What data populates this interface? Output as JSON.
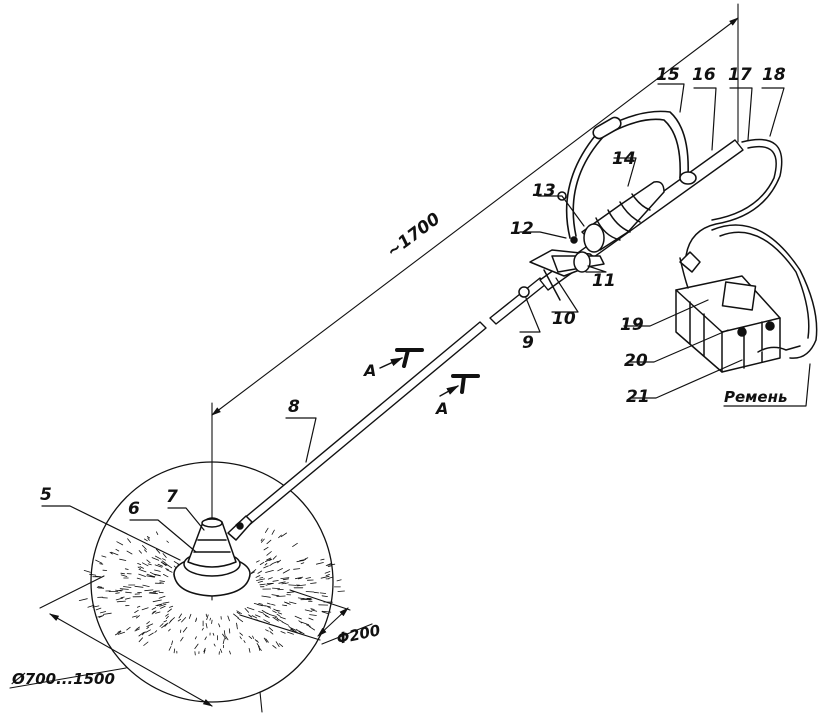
{
  "diagram": {
    "callouts": [
      {
        "id": "5",
        "text": "5"
      },
      {
        "id": "6",
        "text": "6"
      },
      {
        "id": "7",
        "text": "7"
      },
      {
        "id": "8",
        "text": "8"
      },
      {
        "id": "9",
        "text": "9"
      },
      {
        "id": "10",
        "text": "10"
      },
      {
        "id": "11",
        "text": "11"
      },
      {
        "id": "12",
        "text": "12"
      },
      {
        "id": "13",
        "text": "13"
      },
      {
        "id": "14",
        "text": "14"
      },
      {
        "id": "15",
        "text": "15"
      },
      {
        "id": "16",
        "text": "16"
      },
      {
        "id": "17",
        "text": "17"
      },
      {
        "id": "18",
        "text": "18"
      },
      {
        "id": "19",
        "text": "19"
      },
      {
        "id": "20",
        "text": "20"
      },
      {
        "id": "21",
        "text": "21"
      }
    ],
    "dimensions": {
      "length": "~1700",
      "head_diameter": "Φ200",
      "sweep_diameter": "Ø700...1500"
    },
    "section_mark": "A",
    "strap_label": "Ремень",
    "colors": {
      "ink": "#111111",
      "paper": "#ffffff"
    }
  }
}
